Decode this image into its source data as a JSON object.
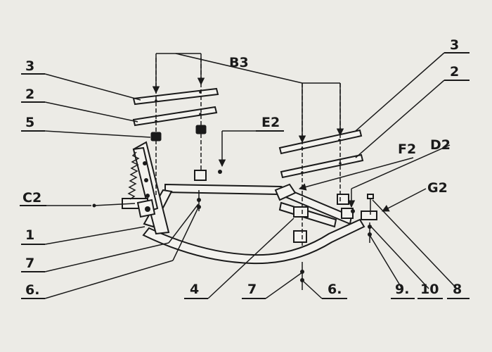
{
  "labels": {
    "b3": "B3",
    "e2": "E2",
    "f2": "F2",
    "d2": "D2",
    "g2": "G2",
    "c2": "C2",
    "left_3": "3",
    "left_2": "2",
    "left_5": "5",
    "left_1": "1",
    "left_7": "7",
    "left_6": "6.",
    "right_3": "3",
    "right_2": "2",
    "bottom_4": "4",
    "bottom_7": "7",
    "bottom_6": "6.",
    "bottom_9": "9.",
    "bottom_10": "10",
    "bottom_8": "8"
  }
}
